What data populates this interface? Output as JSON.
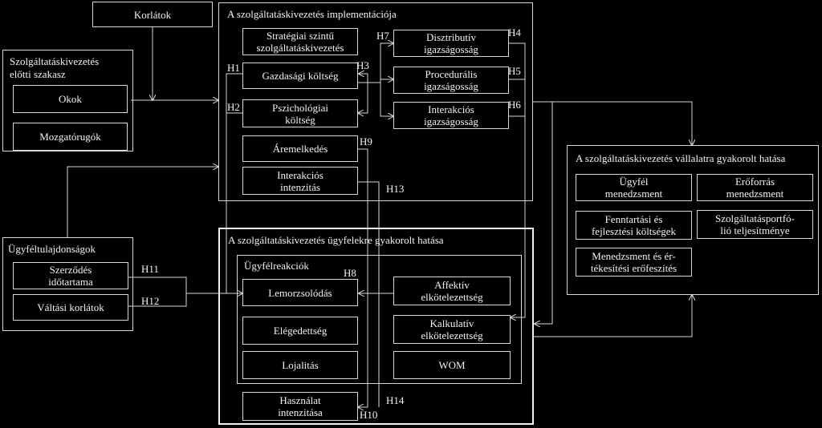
{
  "boxes": {
    "korlatok": "Korlátok",
    "pre_phase": {
      "title_1": "Szolgáltatáskivezetés",
      "title_2": "előtti szakasz",
      "okok": "Okok",
      "mozgatorugok": "Mozgatórugók"
    },
    "customer_props": {
      "title": "Ügyféltulajdonságok",
      "contract_1": "Szerződés",
      "contract_2": "időtartama",
      "switching": "Váltási korlátok"
    },
    "implementation": {
      "title": "A szolgáltatáskivezetés implementációja",
      "strategic_1": "Stratégiai szintű",
      "strategic_2": "szolgáltatáskivezetés",
      "economic": "Gazdasági költség",
      "psych_1": "Pszichológiai",
      "psych_2": "költség",
      "price": "Áremelkedés",
      "interaction_int_1": "Interakciós",
      "interaction_int_2": "intenzitás",
      "distributive_1": "Disztributív",
      "distributive_2": "igazságosság",
      "procedural_1": "Procedurális",
      "procedural_2": "igazságosság",
      "interactional_1": "Interakciós",
      "interactional_2": "igazságosság"
    },
    "company_effect": {
      "title": "A szolgáltatáskivezetés vállalatra gyakorolt hatása",
      "customer_mgmt_1": "Ügyfél",
      "customer_mgmt_2": "menedzsment",
      "resource_mgmt_1": "Erőforrás",
      "resource_mgmt_2": "menedzsment",
      "maintenance_1": "Fenntartási és",
      "maintenance_2": "fejlesztési költségek",
      "portfolio_1": "Szolgáltatásportfó-",
      "portfolio_2": "lió teljesítménye",
      "mgmt_sales_1": "Menedzsment és ér-",
      "mgmt_sales_2": "tékesítési erőfeszítés"
    },
    "customer_effect": {
      "title": "A szolgáltatáskivezetés ügyfelekre gyakorolt hatása",
      "reactions_title": "Ügyfélreakciók",
      "attrition": "Lemorzsolódás",
      "satisfaction": "Elégedettség",
      "loyalty": "Lojalitás",
      "affective_1": "Affektív",
      "affective_2": "elkötelezettség",
      "calculative_1": "Kalkulatív",
      "calculative_2": "elkötelezettség",
      "wom": "WOM",
      "usage_1": "Használat",
      "usage_2": "intenzitása"
    }
  },
  "hypotheses": {
    "h1": "H1",
    "h2": "H2",
    "h3": "H3",
    "h4": "H4",
    "h5": "H5",
    "h6": "H6",
    "h7": "H7",
    "h8": "H8",
    "h9": "H9",
    "h10": "H10",
    "h11": "H11",
    "h12": "H12",
    "h13": "H13",
    "h14": "H14"
  }
}
